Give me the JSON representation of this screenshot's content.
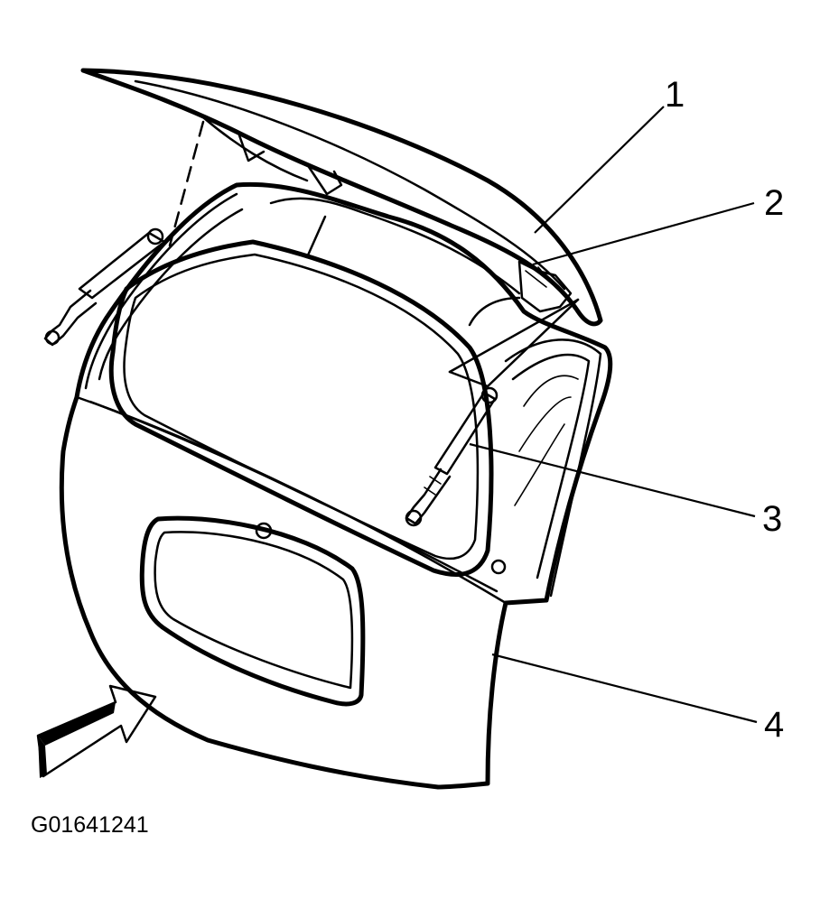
{
  "figure_id": "G01641241",
  "callouts": [
    {
      "label": "1",
      "part": "spoiler"
    },
    {
      "label": "2",
      "part": "spoiler-bracket"
    },
    {
      "label": "3",
      "part": "lift-strut"
    },
    {
      "label": "4",
      "part": "liftgate"
    }
  ],
  "colors": {
    "ink": "#000000",
    "paper": "#ffffff"
  },
  "icons": [
    "view-direction-arrow-icon"
  ]
}
